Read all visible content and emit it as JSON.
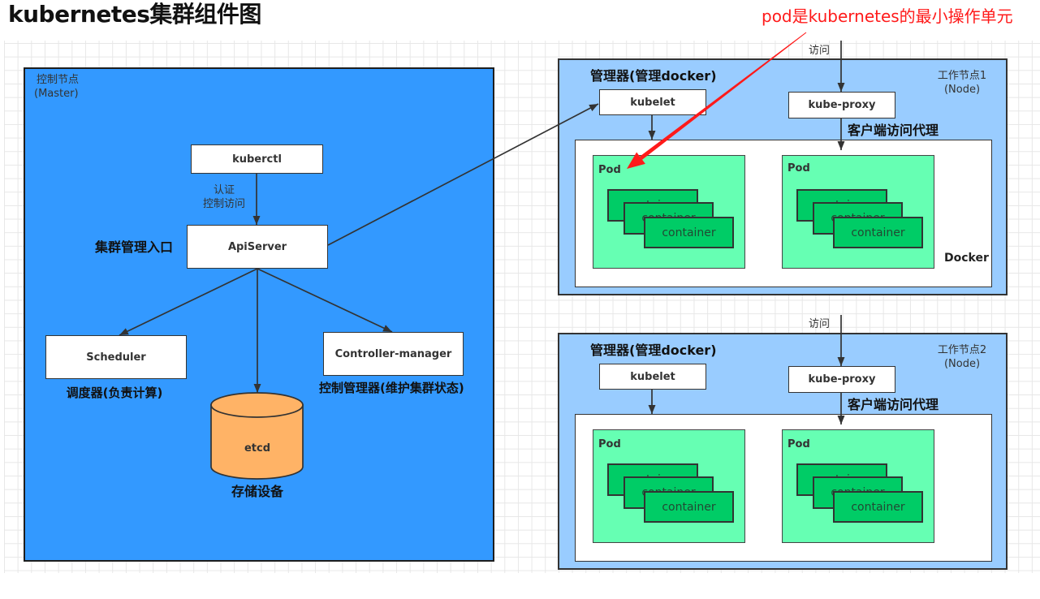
{
  "title": "kubernetes集群组件图",
  "annotation": "pod是kubernetes的最小操作单元",
  "colors": {
    "master_bg": "#3399FF",
    "node_bg": "#99CCFF",
    "pod_bg": "#66FFB3",
    "container_bg": "#00CC66",
    "etcd_bg": "#FFB366",
    "annotation": "#FF1A1A"
  },
  "master": {
    "name_line1": "控制节点",
    "name_line2": "(Master)",
    "kuberctl": "kuberctl",
    "auth_line1": "认证",
    "auth_line2": "控制访问",
    "apiserver": "ApiServer",
    "apiserver_caption": "集群管理入口",
    "scheduler": "Scheduler",
    "scheduler_caption": "调度器(负责计算)",
    "controller_manager": "Controller-manager",
    "controller_manager_caption": "控制管理器(维护集群状态)",
    "etcd": "etcd",
    "etcd_caption": "存储设备"
  },
  "nodes": [
    {
      "name_line1": "工作节点1",
      "name_line2": "(Node)",
      "access_label": "访问",
      "manager_caption": "管理器(管理docker)",
      "kubelet": "kubelet",
      "kube_proxy": "kube-proxy",
      "proxy_caption": "客户端访问代理",
      "runtime_label": "Docker",
      "pods": [
        {
          "label": "Pod",
          "containers": [
            "container",
            "container",
            "container"
          ]
        },
        {
          "label": "Pod",
          "containers": [
            "container",
            "container",
            "container"
          ]
        }
      ]
    },
    {
      "name_line1": "工作节点2",
      "name_line2": "(Node)",
      "access_label": "访问",
      "manager_caption": "管理器(管理docker)",
      "kubelet": "kubelet",
      "kube_proxy": "kube-proxy",
      "proxy_caption": "客户端访问代理",
      "pods": [
        {
          "label": "Pod",
          "containers": [
            "container",
            "container",
            "container"
          ]
        },
        {
          "label": "Pod",
          "containers": [
            "container",
            "container",
            "container"
          ]
        }
      ]
    }
  ]
}
